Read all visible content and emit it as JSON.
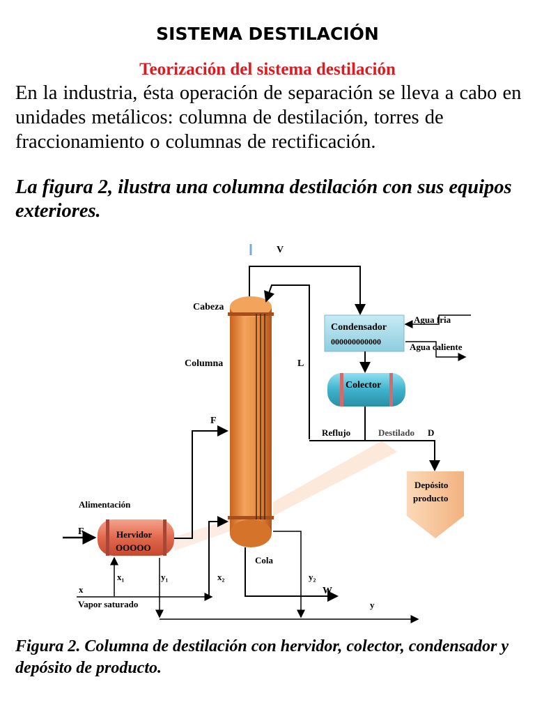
{
  "header": {
    "title": "SISTEMA DESTILACIÓN",
    "subtitle": "Teorización del sistema destilación"
  },
  "body": {
    "paragraph": "En la industria, ésta operación de separación se lleva a cabo en unidades metálicos: columna de destilación, torres de fraccionamiento o columnas de rectificación.",
    "figure_intro": "La figura 2, ilustra una columna destilación con sus equipos exteriores."
  },
  "diagram": {
    "labels": {
      "v": "V",
      "cabeza": "Cabeza",
      "columna": "Columna",
      "l": "L",
      "f_top": "F",
      "condensador": "Condensador",
      "coil": "000000000000",
      "agua_fria": "Agua fria",
      "agua_caliente": "Agua caliente",
      "colector": "Colector",
      "reflujo": "Reflujo",
      "destilado": "Destilado",
      "d": "D",
      "deposito_1": "Depósito",
      "deposito_2": "producto",
      "alimentacion": "Alimentación",
      "f_left": "F",
      "hervidor": "Hervidor",
      "hervidor_coil": "OOOOO",
      "x1": "x₁",
      "y1": "y₁",
      "x2": "x₂",
      "cola": "Cola",
      "y2": "y₂",
      "w": "W",
      "x": "x",
      "vapor": "Vapor saturado",
      "y": "y"
    },
    "colors": {
      "column": "#e8893a",
      "condenser": "#a9dbe8",
      "collector": "#4cb8d0",
      "boiler": "#e26a4e",
      "tank": "#f7c79d"
    }
  },
  "caption": "Figura 2. Columna de destilación con hervidor, colector, condensador y depósito de producto."
}
